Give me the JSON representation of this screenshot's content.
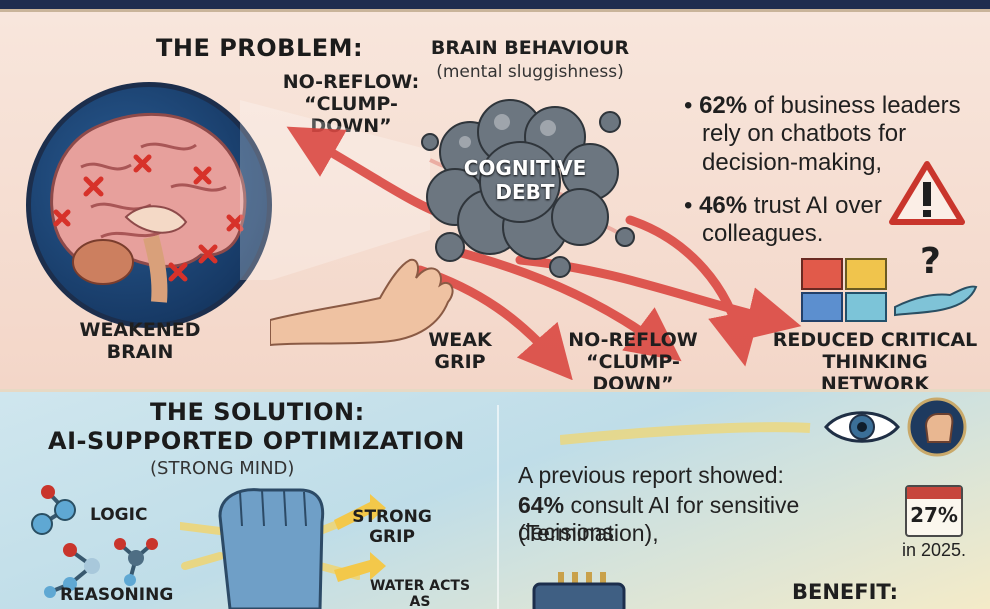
{
  "problem": {
    "title": "THE PROBLEM:",
    "brain_behaviour_title": "BRAIN BEHAVIOUR",
    "brain_behaviour_sub": "(mental sluggishness)",
    "noreflow_top_line1": "NO-REFLOW:",
    "noreflow_top_line2": "“CLUMP-DOWN”",
    "cloud_line1": "COGNITIVE",
    "cloud_line2": "DEBT",
    "weakened_line1": "WEAKENED",
    "weakened_line2": "BRAIN",
    "weak_line1": "WEAK",
    "weak_line2": "GRIP",
    "noreflow_bottom_line1": "NO-REFLOW",
    "noreflow_bottom_line2": "“CLUMP-DOWN”",
    "reduced_line1": "REDUCED CRITICAL",
    "reduced_line2": "THINKING NETWORK",
    "stat1_value": "62%",
    "stat1_line1": "of business leaders",
    "stat1_line2": "rely on chatbots for",
    "stat1_line3": "decision-making,",
    "stat2_value": "46%",
    "stat2_line1": "trust AI over",
    "stat2_line2": "colleagues."
  },
  "solution": {
    "title_line1": "THE SOLUTION:",
    "title_line2": "AI-SUPPORTED OPTIMIZATION",
    "subtitle": "(STRONG MIND)",
    "logic": "LOGIC",
    "reasoning": "REASONING",
    "strong_line1": "STRONG",
    "strong_line2": "GRIP",
    "water_line1": "WATER ACTS",
    "water_line2": "AS “SUPERVISOR”",
    "report_intro": "A previous report showed:",
    "report_value": "64%",
    "report_line1": "consult AI for sensitive decisions",
    "report_line2": "(Termination),",
    "cal_value": "27%",
    "cal_caption": "in 2025.",
    "benefit": "BENEFIT:"
  },
  "colors": {
    "arrow_red": "#d9403a",
    "navy": "#1e2c4f",
    "cloud_gray": "#6c7680",
    "brain_pink": "#e8a3a0"
  }
}
